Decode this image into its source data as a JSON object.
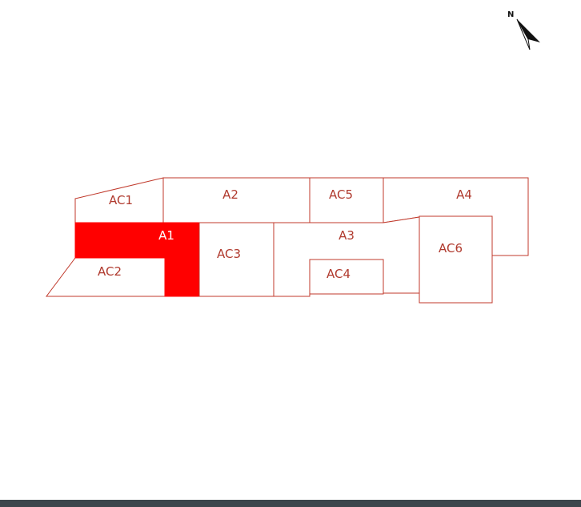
{
  "compass": {
    "label": "N"
  },
  "colors": {
    "outline": "#c0392b",
    "selected": "#ff0000",
    "label": "#b03a2e",
    "bottom_bar": "#3c464c"
  },
  "selected_unit": "A1",
  "units": [
    {
      "id": "AC1",
      "label": "AC1",
      "selected": false
    },
    {
      "id": "A2",
      "label": "A2",
      "selected": false
    },
    {
      "id": "AC5",
      "label": "AC5",
      "selected": false
    },
    {
      "id": "A4",
      "label": "A4",
      "selected": false
    },
    {
      "id": "A1",
      "label": "A1",
      "selected": true
    },
    {
      "id": "AC3",
      "label": "AC3",
      "selected": false
    },
    {
      "id": "A3",
      "label": "A3",
      "selected": false
    },
    {
      "id": "AC4",
      "label": "AC4",
      "selected": false
    },
    {
      "id": "AC6",
      "label": "AC6",
      "selected": false
    },
    {
      "id": "AC2",
      "label": "AC2",
      "selected": false
    }
  ]
}
